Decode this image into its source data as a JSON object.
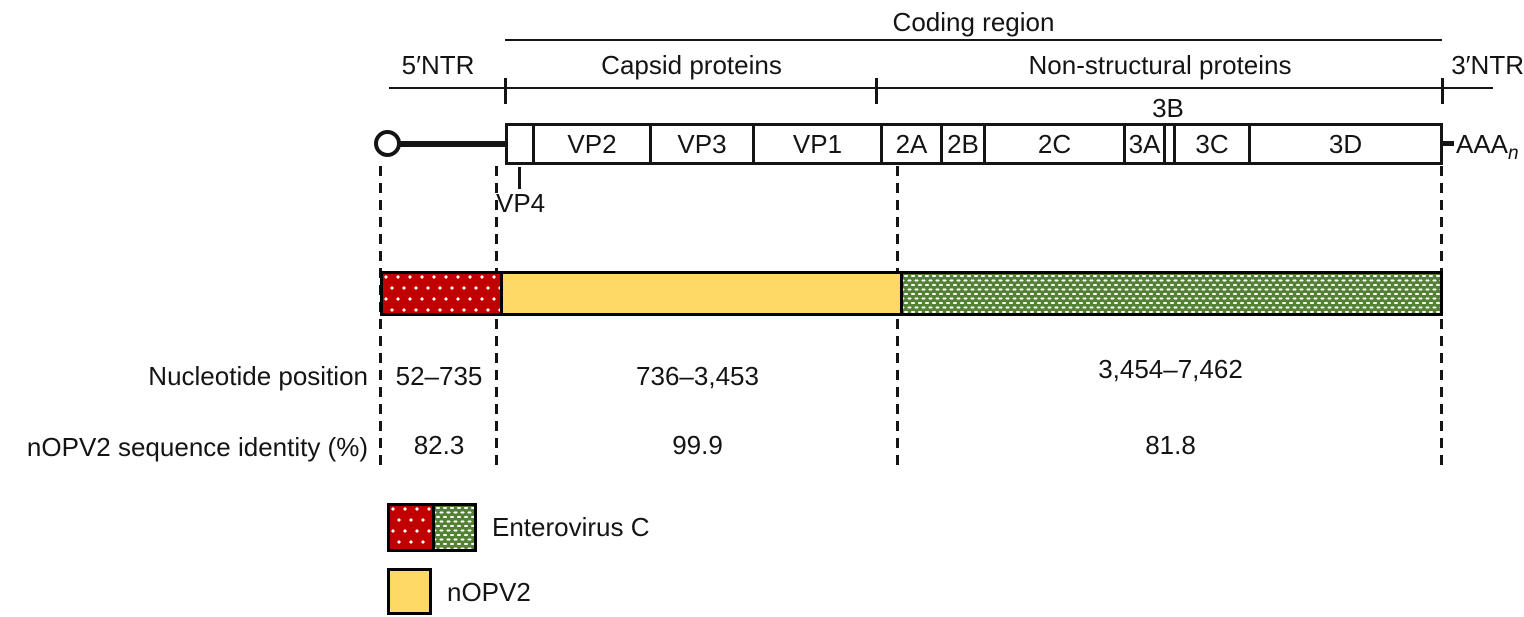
{
  "header": {
    "coding_region": "Coding region"
  },
  "regions": {
    "ntr5": "5′NTR",
    "capsid": "Capsid proteins",
    "nonstructural": "Non-structural proteins",
    "ntr3": "3′NTR"
  },
  "genome": {
    "segments": [
      {
        "label": ""
      },
      {
        "label": "VP2"
      },
      {
        "label": "VP3"
      },
      {
        "label": "VP1"
      },
      {
        "label": "2A"
      },
      {
        "label": "2B"
      },
      {
        "label": "2C"
      },
      {
        "label": "3A"
      },
      {
        "label": ""
      },
      {
        "label": "3C"
      },
      {
        "label": "3D"
      }
    ],
    "vp4_callout": "VP4",
    "b3_callout": "3B",
    "polya": "AAA",
    "polya_subscript": "n"
  },
  "table": {
    "rows": [
      {
        "label": "Nucleotide position",
        "values": [
          "52–735",
          "736–3,453",
          "3,454–7,462"
        ]
      },
      {
        "label": "nOPV2 sequence identity (%)",
        "values": [
          "82.3",
          "99.9",
          "81.8"
        ]
      }
    ]
  },
  "legend": {
    "items": [
      {
        "label": "Enterovirus C"
      },
      {
        "label": "nOPV2"
      }
    ]
  },
  "colors": {
    "enterovirus_red": "#C00000",
    "nopv2_yellow": "#FFD966",
    "enterovirus_green": "#548235"
  }
}
